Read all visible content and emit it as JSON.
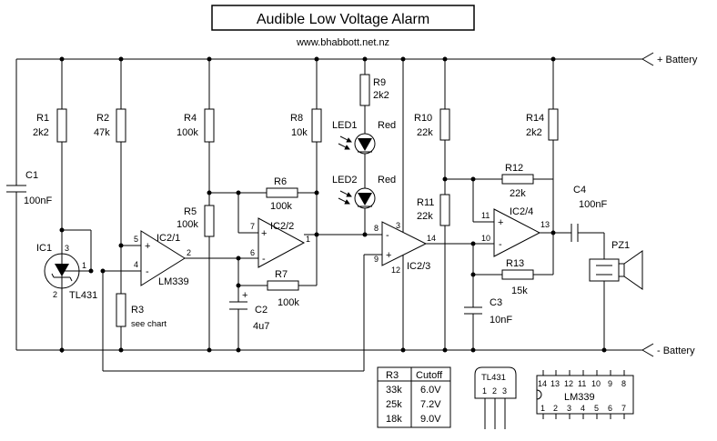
{
  "title": "Audible Low Voltage Alarm",
  "url": "www.bhabbott.net.nz",
  "rails": {
    "positive": "+ Battery",
    "negative": "- Battery"
  },
  "components": {
    "r1": {
      "ref": "R1",
      "value": "2k2"
    },
    "r2": {
      "ref": "R2",
      "value": "47k"
    },
    "r3": {
      "ref": "R3",
      "value": "see chart"
    },
    "r4": {
      "ref": "R4",
      "value": "100k"
    },
    "r5": {
      "ref": "R5",
      "value": "100k"
    },
    "r6": {
      "ref": "R6",
      "value": "100k"
    },
    "r7": {
      "ref": "R7",
      "value": "100k"
    },
    "r8": {
      "ref": "R8",
      "value": "10k"
    },
    "r9": {
      "ref": "R9",
      "value": "2k2"
    },
    "r10": {
      "ref": "R10",
      "value": "22k"
    },
    "r11": {
      "ref": "R11",
      "value": "22k"
    },
    "r12": {
      "ref": "R12",
      "value": "22k"
    },
    "r13": {
      "ref": "R13",
      "value": "15k"
    },
    "r14": {
      "ref": "R14",
      "value": "2k2"
    },
    "c1": {
      "ref": "C1",
      "value": "100nF"
    },
    "c2": {
      "ref": "C2",
      "value": "4u7"
    },
    "c3": {
      "ref": "C3",
      "value": "10nF"
    },
    "c4": {
      "ref": "C4",
      "value": "100nF"
    },
    "led1": {
      "ref": "LED1",
      "value": "Red"
    },
    "led2": {
      "ref": "LED2",
      "value": "Red"
    },
    "ic1": {
      "ref": "IC1",
      "value": "TL431"
    },
    "ic2_1": {
      "ref": "IC2/1",
      "value": "LM339"
    },
    "ic2_2": {
      "ref": "IC2/2"
    },
    "ic2_3": {
      "ref": "IC2/3"
    },
    "ic2_4": {
      "ref": "IC2/4"
    },
    "pz1": {
      "ref": "PZ1"
    }
  },
  "plus_sign": "+",
  "minus_sign": "-",
  "pins": {
    "ic1": [
      "3",
      "1",
      "2"
    ],
    "ic2_1": [
      "5",
      "4",
      "2"
    ],
    "ic2_2": [
      "7",
      "6",
      "1"
    ],
    "ic2_3": [
      "3",
      "8",
      "9",
      "14",
      "12"
    ],
    "ic2_4": [
      "11",
      "10",
      "13"
    ]
  },
  "table": {
    "headers": [
      "R3",
      "Cutoff"
    ],
    "rows": [
      [
        "33k",
        "6.0V"
      ],
      [
        "25k",
        "7.2V"
      ],
      [
        "18k",
        "9.0V"
      ]
    ]
  },
  "package_tl431": {
    "name": "TL431",
    "pins": [
      "1",
      "2",
      "3"
    ]
  },
  "package_lm339": {
    "name": "LM339",
    "top_pins": [
      "14",
      "13",
      "12",
      "11",
      "10",
      "9",
      "8"
    ],
    "bottom_pins": [
      "1",
      "2",
      "3",
      "4",
      "5",
      "6",
      "7"
    ]
  }
}
